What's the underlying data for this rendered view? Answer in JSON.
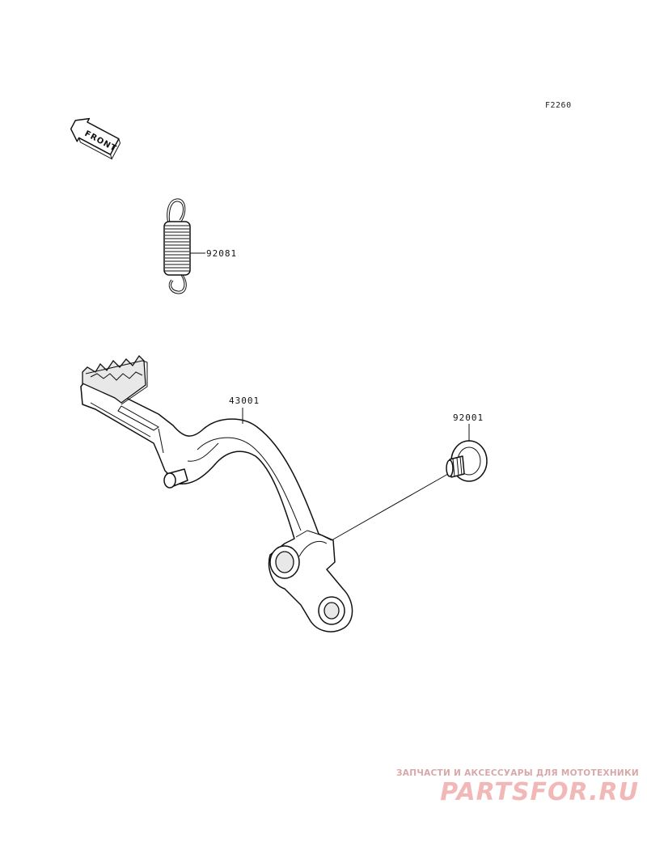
{
  "figure_code": "F2260",
  "front_label": "FRONT",
  "parts": [
    {
      "number": "92081",
      "description_icon": "spring-icon"
    },
    {
      "number": "43001",
      "description_icon": "brake-pedal-icon"
    },
    {
      "number": "92001",
      "description_icon": "bolt-icon"
    }
  ],
  "watermark": {
    "tagline": "ЗАПЧАСТИ И АКСЕССУАРЫ ДЛЯ МОТОТЕХНИКИ",
    "logo": "PARTSFOR.RU"
  },
  "colors": {
    "line": "#111111",
    "background": "#ffffff",
    "watermark": "#f2b8b8"
  }
}
